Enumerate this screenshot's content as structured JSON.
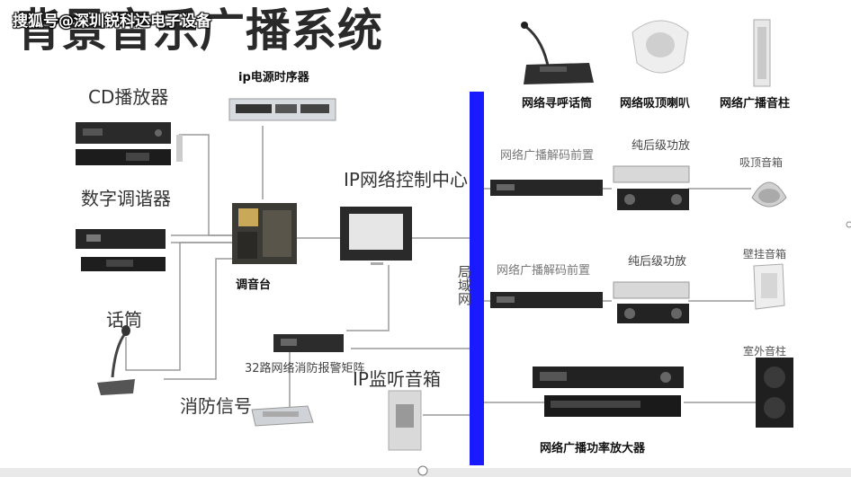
{
  "watermark": "搜狐号@深圳锐科达电子设备",
  "title": "背景音乐广播系统",
  "labels": {
    "cd_player": "CD播放器",
    "digital_tuner": "数字调谐器",
    "microphone": "话筒",
    "fire_signal": "消防信号",
    "mixer": "调音台",
    "sequencer": "ip电源时序器",
    "ip_control_center": "IP网络控制中心",
    "fire_alarm_controller": "32路网络消防报警矩阵",
    "ip_monitor_speaker": "IP监听音箱",
    "network_paging_mic": "网络寻呼话筒",
    "network_ceiling_speaker": "网络吸顶喇叭",
    "network_column_speaker": "网络广播音柱",
    "decoder_1": "网络广播解码前置",
    "decoder_2": "网络广播解码前置",
    "amplifier_1": "纯后级功放",
    "amplifier_2": "纯后级功放",
    "ceiling_speaker": "吸顶音箱",
    "wall_speaker": "壁挂音箱",
    "outdoor_column": "室外音柱",
    "network_power_amp": "网络广播功率放大器",
    "vertical_text": "局域网"
  },
  "colors": {
    "backbone": "#1a1aff",
    "line": "#9a9a9a",
    "device_dark": "#2a2a2a",
    "device_silver": "#cfd2d6"
  }
}
